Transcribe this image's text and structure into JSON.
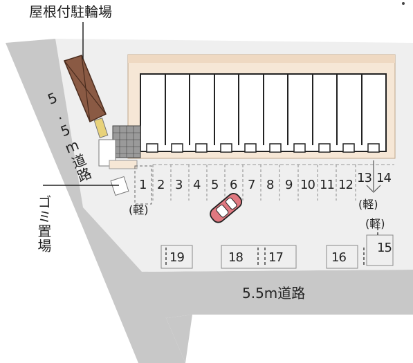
{
  "labels": {
    "bike_parking": "屋根付駐輪場",
    "garbage": "ゴミ置場",
    "road_left": "5.5m道路",
    "road_bottom": "5.5m道路",
    "kei": "(軽)"
  },
  "spaces": [
    "1",
    "2",
    "3",
    "4",
    "5",
    "6",
    "7",
    "8",
    "9",
    "10",
    "11",
    "12",
    "13",
    "14",
    "15",
    "16",
    "17",
    "18",
    "19"
  ],
  "colors": {
    "road": "#c8c8c8",
    "lot": "#efefef",
    "building_band": "#f6e7d6",
    "bike_shelter": "#8a5a44",
    "car": "#e07880",
    "line": "#666666"
  }
}
